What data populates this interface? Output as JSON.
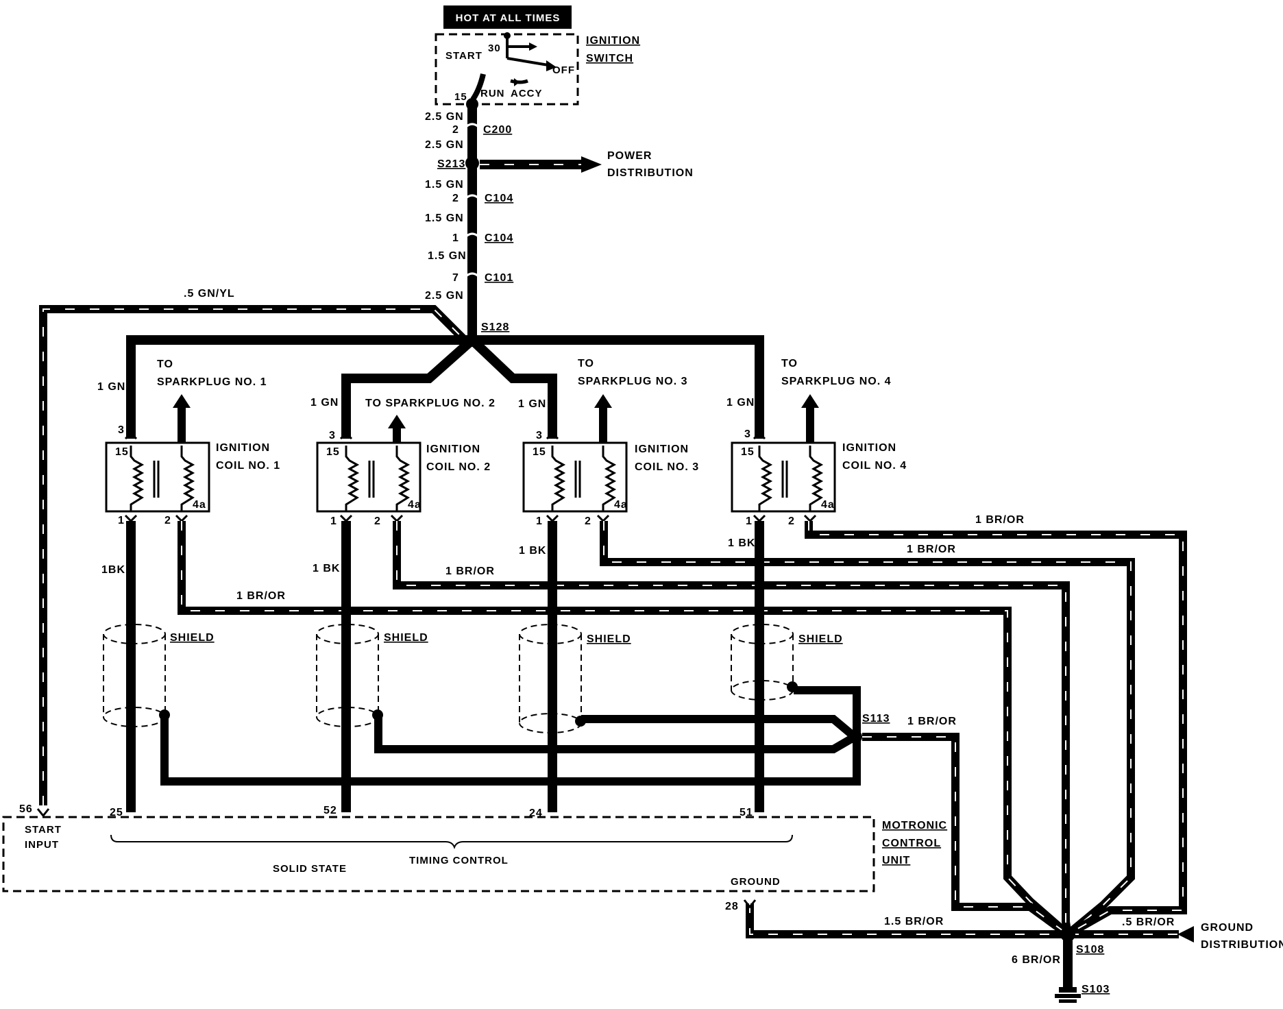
{
  "banner": "HOT AT ALL TIMES",
  "ignition_switch": {
    "label_line1": "IGNITION",
    "label_line2": "SWITCH",
    "pos_start": "START",
    "pos_off": "OFF",
    "pos_run": "RUN",
    "pos_accy": "ACCY",
    "term_30": "30",
    "term_15": "15"
  },
  "main_feed": {
    "w1": "2.5 GN",
    "c200_pin": "2",
    "c200": "C200",
    "w2": "2.5 GN",
    "s213": "S213",
    "power_line1": "POWER",
    "power_line2": "DISTRIBUTION",
    "w3": "1.5 GN",
    "c104a_pin": "2",
    "c104a": "C104",
    "w4": "1.5 GN",
    "c104b_pin": "1",
    "c104b": "C104",
    "w5": "1.5 GN",
    "c101_pin": "7",
    "c101": "C101",
    "w6": "2.5 GN",
    "s128": "S128",
    "start_wire": ".5 GN/YL"
  },
  "coils": [
    {
      "to1": "TO",
      "to2": "SPARKPLUG NO. 1",
      "feed": "1 GN",
      "pin3": "3",
      "t15": "15",
      "t4a": "4a",
      "name1": "IGNITION",
      "name2": "COIL NO. 1",
      "pin1": "1",
      "pin2": "2",
      "out": "1BK",
      "ground_wire": "1 BR/OR",
      "shield": "SHIELD",
      "ecu_pin": "25"
    },
    {
      "to1": "",
      "to2": "TO SPARKPLUG NO. 2",
      "feed": "1 GN",
      "pin3": "3",
      "t15": "15",
      "t4a": "4a",
      "name1": "IGNITION",
      "name2": "COIL NO. 2",
      "pin1": "1",
      "pin2": "2",
      "out": "1 BK",
      "ground_wire": "1 BR/OR",
      "shield": "SHIELD",
      "ecu_pin": "52"
    },
    {
      "to1": "TO",
      "to2": "SPARKPLUG NO. 3",
      "feed": "1 GN",
      "pin3": "3",
      "t15": "15",
      "t4a": "4a",
      "name1": "IGNITION",
      "name2": "COIL NO. 3",
      "pin1": "1",
      "pin2": "2",
      "out": "1 BK",
      "ground_wire": "1 BR/OR",
      "shield": "SHIELD",
      "ecu_pin": "24"
    },
    {
      "to1": "TO",
      "to2": "SPARKPLUG NO. 4",
      "feed": "1 GN",
      "pin3": "3",
      "t15": "15",
      "t4a": "4a",
      "name1": "IGNITION",
      "name2": "COIL NO. 4",
      "pin1": "1",
      "pin2": "2",
      "out": "1 BK",
      "ground_wire": "1 BR/OR",
      "shield": "SHIELD",
      "ecu_pin": "51"
    }
  ],
  "s113": "S113",
  "s113_wire": "1 BR/OR",
  "ecu": {
    "pin56": "56",
    "start1": "START",
    "start2": "INPUT",
    "solid_state": "SOLID STATE",
    "timing": "TIMING CONTROL",
    "name1": "MOTRONIC",
    "name2": "CONTROL",
    "name3": "UNIT",
    "ground": "GROUND",
    "pin28": "28"
  },
  "ground": {
    "w_ecu": "1.5 BR/OR",
    "w_dist": ".5 BR/OR",
    "dist1": "GROUND",
    "dist2": "DISTRIBUTION",
    "s108": "S108",
    "w_s103": "6 BR/OR",
    "s103": "S103"
  }
}
